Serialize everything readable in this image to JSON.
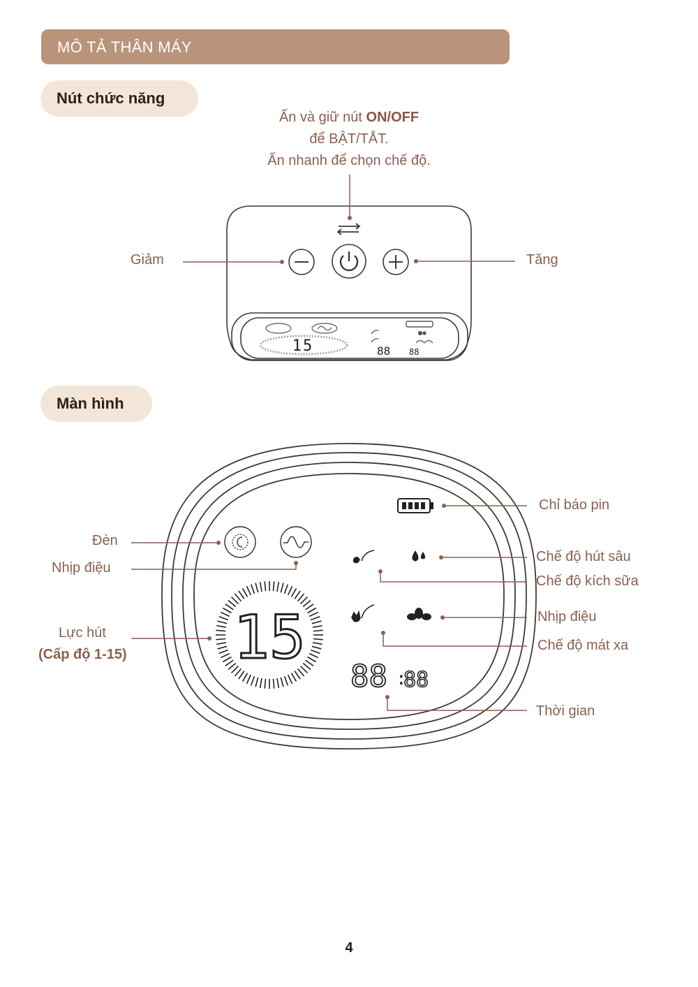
{
  "header": {
    "title": "MÔ TẢ THÂN MÁY"
  },
  "section_buttons": {
    "title": "Nút chức năng",
    "instruction": {
      "line1_prefix": "Ấn và giữ nút ",
      "line1_bold": "ON/OFF",
      "line2": "để BẬT/TẮT.",
      "line3": "Ấn nhanh để chọn chế độ."
    },
    "label_decrease": "Giảm",
    "label_increase": "Tăng",
    "mini_display": {
      "level": "15",
      "time_main": "88",
      "time_small": "88"
    }
  },
  "section_screen": {
    "title": "Màn hình",
    "labels": {
      "light": "Đèn",
      "rhythm_left": "Nhịp điệu",
      "suction": "Lực hút",
      "suction_level": "(Cấp độ 1-15)",
      "battery": "Chỉ báo pin",
      "deep_suction_mode": "Chế độ hút sâu",
      "stimulation_mode": "Chế độ kích sữa",
      "rhythm_right": "Nhịp điệu",
      "massage_mode": "Chế độ mát xa",
      "time": "Thời gian"
    },
    "display": {
      "level": "15",
      "time_main": "88",
      "time_small": "88"
    }
  },
  "colors": {
    "accent": "#b9937a",
    "pill": "#f3e6d9",
    "text": "#8a6050",
    "line": "#8a6050",
    "outline": "#333333"
  },
  "icons": [
    "cycle-icon",
    "minus-icon",
    "power-icon",
    "plus-icon",
    "light-icon",
    "wave-icon",
    "battery-icon",
    "drops-icon",
    "leaves-icon",
    "flower-icon",
    "hand-icon"
  ],
  "page": {
    "number": "4"
  }
}
